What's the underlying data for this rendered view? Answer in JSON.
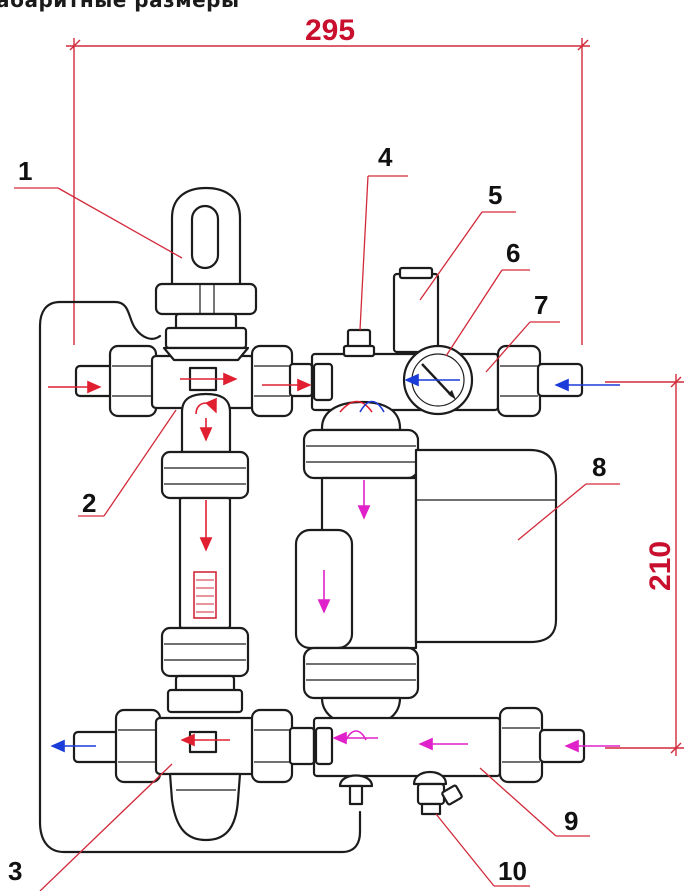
{
  "title": "абаритные размеры",
  "dimensions": {
    "width_mm": "295",
    "height_mm": "210"
  },
  "callouts": [
    "1",
    "2",
    "3",
    "4",
    "5",
    "6",
    "7",
    "8",
    "9",
    "10"
  ],
  "colors": {
    "dimension": "#c8102e",
    "hot_flow": "#e02030",
    "cold_flow": "#1a3cd8",
    "pump_flow": "#e020c8",
    "outline": "#1c1c1c"
  }
}
